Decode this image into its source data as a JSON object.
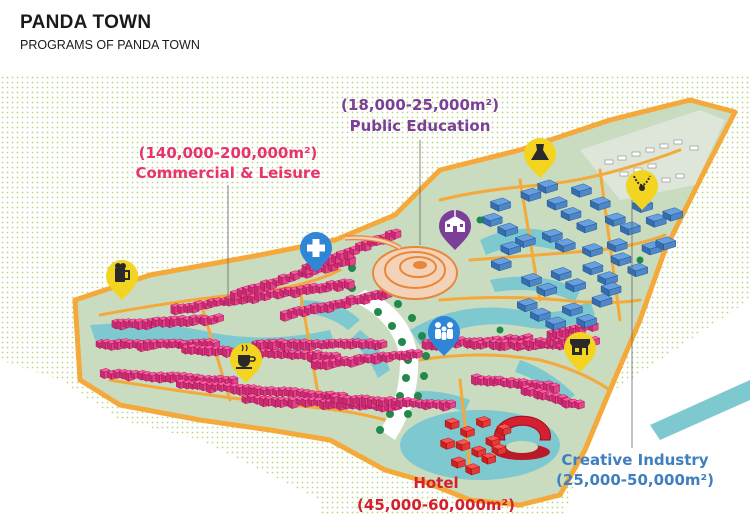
{
  "header": {
    "title": "PANDA TOWN",
    "subtitle": "PROGRAMS OF PANDA TOWN"
  },
  "programs": {
    "commercial": {
      "area": "(140,000-200,000m²)",
      "name": "Commercial & Leisure",
      "color": "#e8336f"
    },
    "education": {
      "area": "(18,000-25,000m²)",
      "name": "Public Education",
      "color": "#7b3f98"
    },
    "hotel": {
      "name": "Hotel",
      "area": "(45,000-60,000m²)",
      "color": "#d42030"
    },
    "creative": {
      "name": "Creative Industry",
      "area": "(25,000-50,000m²)",
      "color": "#3f7fc0"
    }
  },
  "icons": [
    {
      "name": "beer-mug-icon",
      "color": "#f2d421"
    },
    {
      "name": "medical-cross-icon",
      "color": "#2f86d6"
    },
    {
      "name": "coffee-cup-icon",
      "color": "#f2d421"
    },
    {
      "name": "school-building-icon",
      "color": "#7b3f98"
    },
    {
      "name": "people-group-icon",
      "color": "#2f86d6"
    },
    {
      "name": "dress-icon",
      "color": "#f2d421"
    },
    {
      "name": "necklace-icon",
      "color": "#f2d421"
    },
    {
      "name": "shop-storefront-icon",
      "color": "#f2d421"
    }
  ],
  "palette": {
    "land": "#c9dcc0",
    "water": "#7ec8cf",
    "road": "#f4a93a",
    "commercial_blocks": "#e0458a",
    "creative_blocks": "#4f86c6",
    "hotel_blocks": "#e03a3a",
    "dots": "#b8d67a"
  }
}
